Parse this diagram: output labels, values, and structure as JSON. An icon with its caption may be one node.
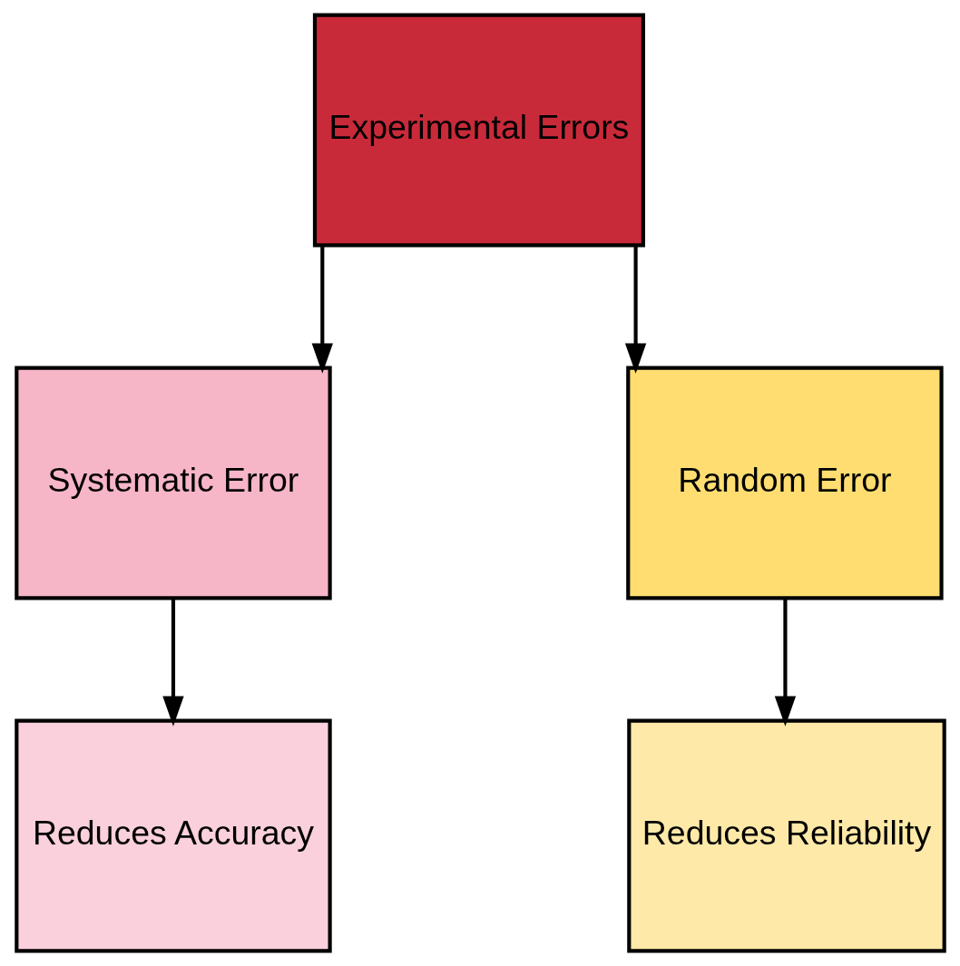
{
  "diagram": {
    "nodes": [
      {
        "text": [
          "Experimental Errors"
        ]
      },
      {
        "text": [
          "Systematic Error"
        ]
      },
      {
        "text": [
          "Random Error"
        ]
      },
      {
        "text": [
          "Reduces Accuracy"
        ]
      },
      {
        "text": [
          "Reduces Reliability"
        ]
      }
    ],
    "edges": [
      {
        "from": 0,
        "to": 1,
        "arrow": "to"
      },
      {
        "from": 0,
        "to": 2,
        "arrow": "to"
      },
      {
        "from": 1,
        "to": 3,
        "arrow": "to"
      },
      {
        "from": 2,
        "to": 4,
        "arrow": "to"
      }
    ]
  }
}
